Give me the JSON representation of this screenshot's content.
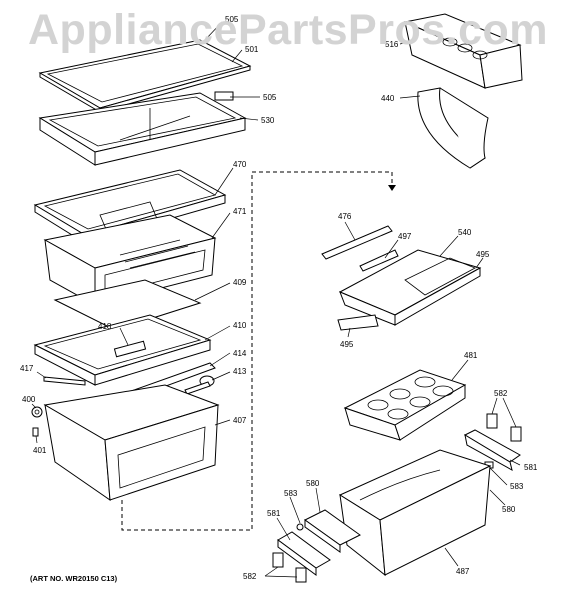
{
  "watermark": "AppliancePartsPros.com",
  "art_number": "(ART NO. WR20150 C13)",
  "callouts": {
    "c505a": "505",
    "c501": "501",
    "c505b": "505",
    "c530": "530",
    "c470": "470",
    "c471": "471",
    "c409": "409",
    "c410": "410",
    "c418": "418",
    "c414": "414",
    "c413": "413",
    "c417": "417",
    "c400": "400",
    "c401": "401",
    "c407": "407",
    "c516": "516",
    "c440": "440",
    "c476": "476",
    "c497": "497",
    "c540": "540",
    "c495a": "495",
    "c495b": "495",
    "c481": "481",
    "c582a": "582",
    "c581a": "581",
    "c583a": "583",
    "c580a": "580",
    "c580b": "580",
    "c583b": "583",
    "c581b": "581",
    "c487": "487",
    "c582b": "582"
  }
}
